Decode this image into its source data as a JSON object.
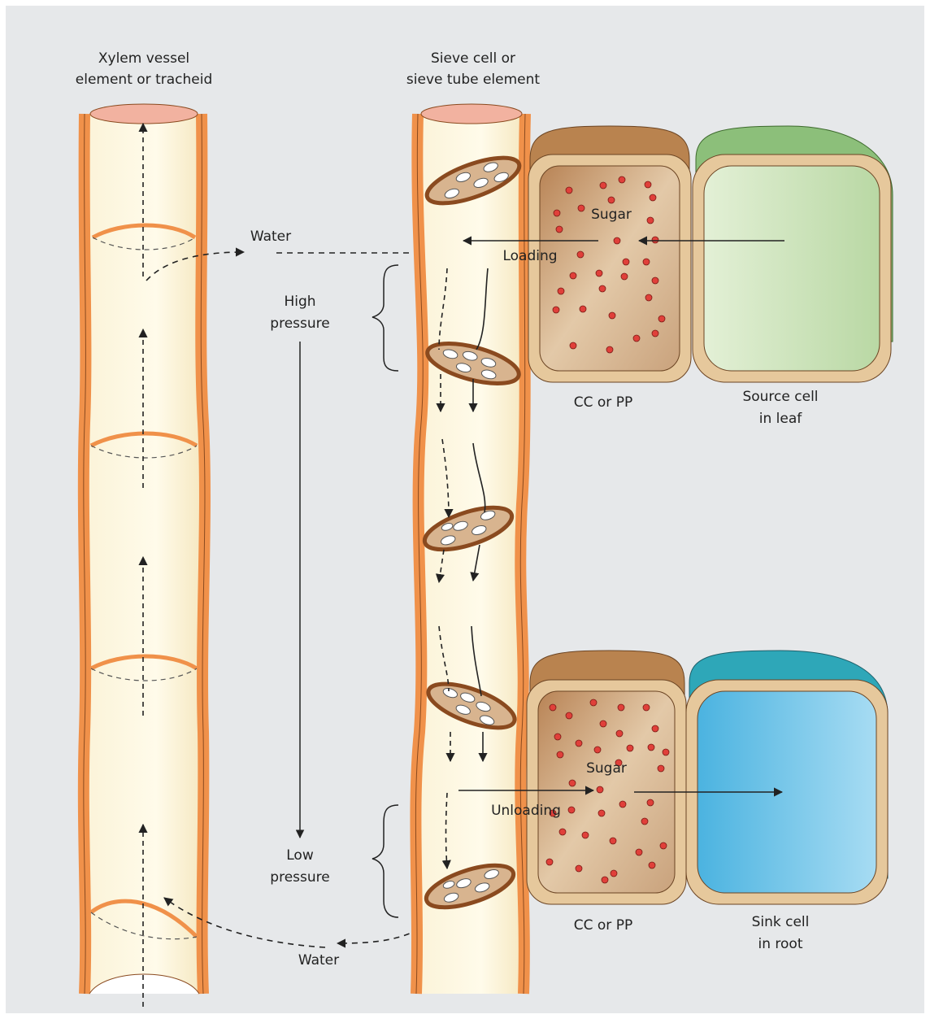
{
  "labels": {
    "xylem_title_line1": "Xylem vessel",
    "xylem_title_line2": "element or tracheid",
    "sieve_title_line1": "Sieve cell or",
    "sieve_title_line2": "sieve tube element",
    "water_top": "Water",
    "water_bottom": "Water",
    "high_pressure_line1": "High",
    "high_pressure_line2": "pressure",
    "low_pressure_line1": "Low",
    "low_pressure_line2": "pressure",
    "sugar_top": "Sugar",
    "sugar_bottom": "Sugar",
    "loading": "Loading",
    "unloading": "Unloading",
    "cc_pp_top": "CC or PP",
    "cc_pp_bottom": "CC or PP",
    "source_cell_line1": "Source cell",
    "source_cell_line2": "in leaf",
    "sink_cell_line1": "Sink cell",
    "sink_cell_line2": "in root"
  },
  "colors": {
    "background": "#e6e8ea",
    "tube_wall": "#f0914a",
    "tube_fill": "#fbf3d8",
    "sieve_plate": "#d8b48f",
    "companion_cell": "#c99e72",
    "companion_cap": "#b9834f",
    "sugar_dot": "#e0403a",
    "source_cell": "#cfe3be",
    "source_cap": "#8cbf7a",
    "sink_cell": "#6fc6ea",
    "sink_cap": "#2ea7b8",
    "cell_wall": "#e6c89c"
  }
}
